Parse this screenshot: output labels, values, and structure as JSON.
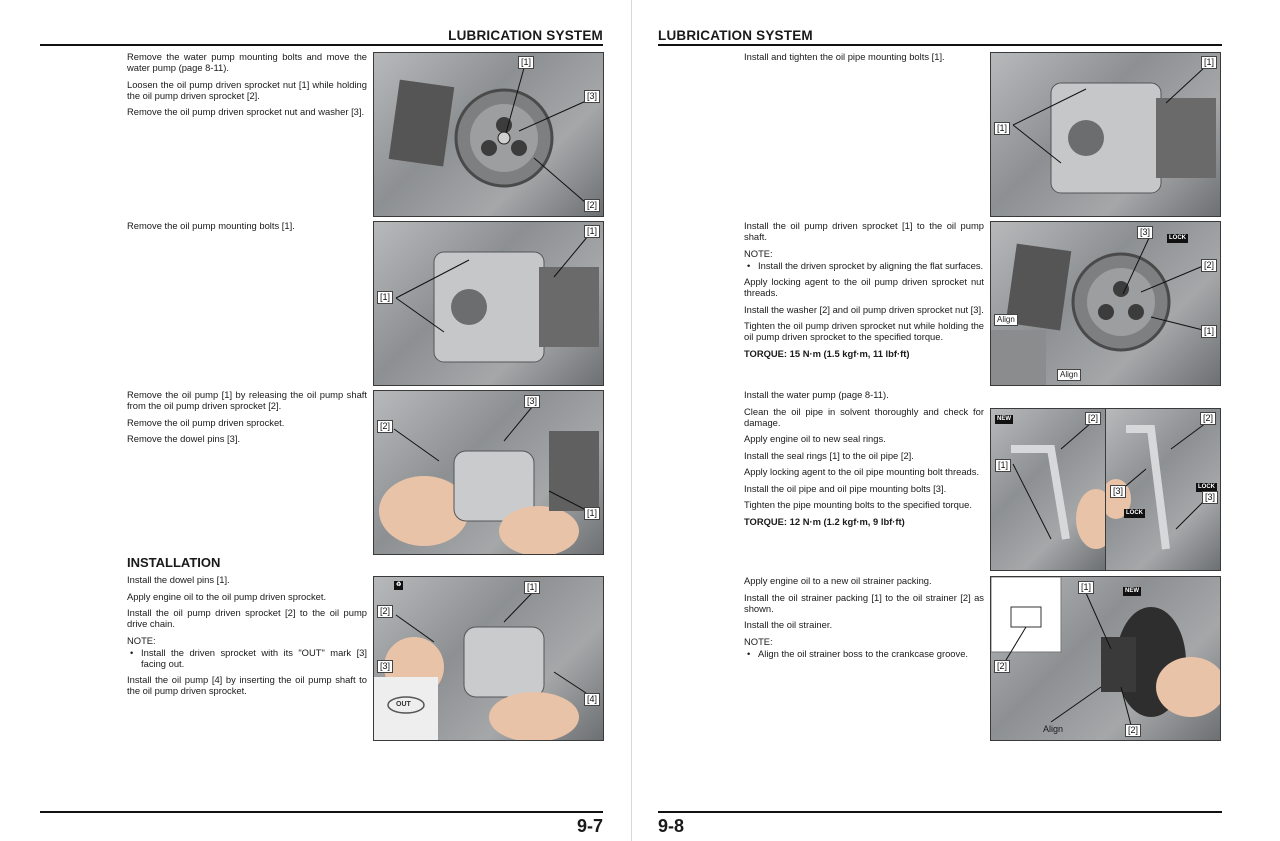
{
  "left_page": {
    "header": "LUBRICATION SYSTEM",
    "page_number": "9-7",
    "block1": {
      "p1": "Remove the water pump mounting bolts and move the water pump (page 8-11).",
      "p2": "Loosen the oil pump driven sprocket nut [1] while holding the oil pump driven sprocket [2].",
      "p3": "Remove the oil pump driven sprocket nut and washer [3]."
    },
    "block2": {
      "p1": "Remove the oil pump mounting bolts [1]."
    },
    "block3": {
      "p1": "Remove the oil pump [1] by releasing the oil pump shaft from the oil pump driven sprocket [2].",
      "p2": "Remove the oil pump driven sprocket.",
      "p3": "Remove the dowel pins [3]."
    },
    "installation_heading": "INSTALLATION",
    "block4": {
      "p1": "Install the dowel pins [1].",
      "p2": "Apply engine oil to the oil pump driven sprocket.",
      "p3": "Install the oil pump driven sprocket [2] to the oil pump drive chain.",
      "note": "NOTE:",
      "bullet": "Install the driven sprocket with its \"OUT\" mark [3] facing out.",
      "p4": "Install the oil pump [4] by inserting the oil pump shaft to the oil pump driven sprocket."
    },
    "figures": {
      "fig1": {
        "c1": "[1]",
        "c2": "[2]",
        "c3": "[3]"
      },
      "fig2": {
        "c1": "[1]",
        "c1b": "[1]"
      },
      "fig3": {
        "c1": "[1]",
        "c2": "[2]",
        "c3": "[3]"
      },
      "fig4": {
        "c1": "[1]",
        "c2": "[2]",
        "c3": "[3]",
        "c4": "[4]",
        "out": "OUT"
      }
    }
  },
  "right_page": {
    "header": "LUBRICATION SYSTEM",
    "page_number": "9-8",
    "block1": {
      "p1": "Install and tighten the oil pipe mounting bolts [1]."
    },
    "block2": {
      "p1": "Install the oil pump driven sprocket [1] to the oil pump shaft.",
      "note": "NOTE:",
      "bullet": "Install the driven sprocket by aligning the flat surfaces.",
      "p2": "Apply locking agent to the oil pump driven sprocket nut threads.",
      "p3": "Install the washer [2] and oil pump driven sprocket nut [3].",
      "p4": "Tighten the oil pump driven sprocket nut while holding the oil pump driven sprocket to the specified torque.",
      "torque": "TORQUE: 15 N·m (1.5 kgf·m, 11 lbf·ft)"
    },
    "block3": {
      "p1": "Install the water pump (page 8-11).",
      "p2": "Clean the oil pipe in solvent thoroughly and check for damage.",
      "p3": "Apply engine oil to new seal rings.",
      "p4": "Install the seal rings [1] to the oil pipe [2].",
      "p5": "Apply locking agent to the oil pipe mounting bolt threads.",
      "p6": "Install the oil pipe and oil pipe mounting bolts [3].",
      "p7": "Tighten the pipe mounting bolts to the specified torque.",
      "torque": "TORQUE: 12 N·m (1.2 kgf·m, 9 lbf·ft)"
    },
    "block4": {
      "p1": "Apply engine oil to a new oil strainer packing.",
      "p2": "Install the oil strainer packing [1] to the oil strainer [2] as shown.",
      "p3": "Install the oil strainer.",
      "note": "NOTE:",
      "bullet": "Align the oil strainer boss to the crankcase groove."
    },
    "figures": {
      "fig1": {
        "c1": "[1]",
        "c1b": "[1]"
      },
      "fig2": {
        "c1": "[1]",
        "c2": "[2]",
        "c3": "[3]",
        "align1": "Align",
        "align2": "Align",
        "lock": "LOCK"
      },
      "fig3": {
        "c1": "[1]",
        "c2": "[2]",
        "c2b": "[2]",
        "c3": "[3]",
        "c3b": "[3]",
        "new": "NEW",
        "lock1": "LOCK",
        "lock2": "LOCK"
      },
      "fig4": {
        "c1": "[1]",
        "c2": "[2]",
        "c2b": "[2]",
        "align": "Align",
        "new": "NEW"
      }
    }
  },
  "colors": {
    "ink": "#1a1a1a",
    "rule": "#111111",
    "photo_metal": "#9a9c9e"
  },
  "icons": [
    "lock-icon",
    "new-part-icon",
    "oil-can-icon"
  ]
}
